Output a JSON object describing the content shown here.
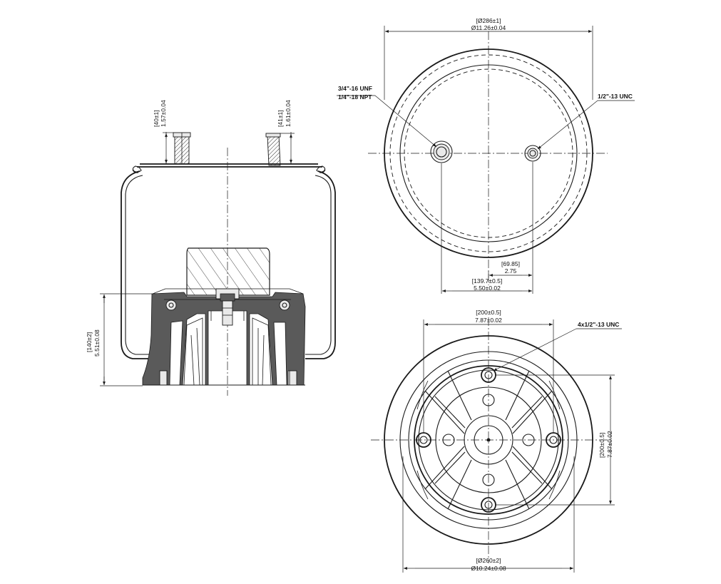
{
  "side_view": {
    "stud_left_metric": "[40±1]",
    "stud_left_imperial": "1.57±0.04",
    "stud_right_metric": "[41±1]",
    "stud_right_imperial": "1.61±0.04",
    "height_metric": "[140±2]",
    "height_imperial": "5.51±0.08"
  },
  "top_view": {
    "diameter_metric": "[Ø286±1]",
    "diameter_imperial": "Ø11.26±0.04",
    "fitting_line1": "3/4\"-16 UNF",
    "fitting_line2": "1/4\"-18 NPT",
    "stud_thread": "1/2\"-13 UNC",
    "offset_metric": "[69.85]",
    "offset_imperial": "2.75",
    "spacing_metric": "[139.7±0.5]",
    "spacing_imperial": "5.50±0.02"
  },
  "bottom_view": {
    "bolt_width_metric": "[200±0.5]",
    "bolt_width_imperial": "7.87±0.02",
    "bolt_thread": "4x1/2\"-13 UNC",
    "bolt_height_metric": "[200±0.5]",
    "bolt_height_imperial": "7.87±0.02",
    "diameter_metric": "[Ø260±2]",
    "diameter_imperial": "Ø10.24±0.08"
  },
  "colors": {
    "line": "#1a1a1a",
    "section_fill": "#5a5a5a",
    "background": "#ffffff"
  }
}
